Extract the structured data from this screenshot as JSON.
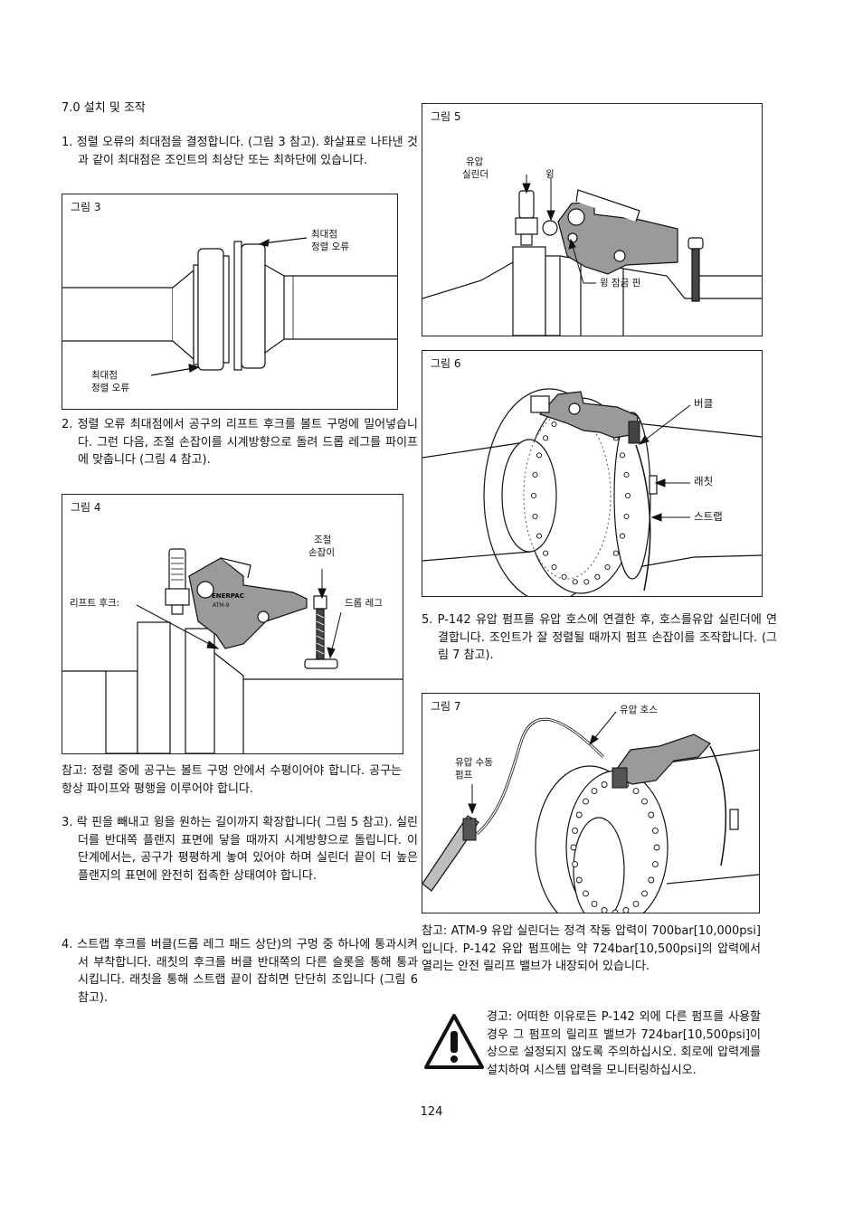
{
  "section_title": "7.0 설치 및 조작",
  "steps": {
    "s1": "1. 정렬 오류의 최대점을 결정합니다. (그림 3 참고). 화살표로 나타낸 것과 같이 최대점은 조인트의 최상단 또는 최하단에 있습니다.",
    "s2": "2. 정렬 오류 최대점에서 공구의 리프트 후크를 볼트 구멍에 밀어넣습니다. 그런 다음, 조절 손잡이를 시계방향으로 돌려 드롭 레그를 파이프에 맞춥니다 (그림 4 참고).",
    "note1": "참고: 정렬 중에 공구는 볼트 구멍 안에서 수평이어야 합니다. 공구는 항상 파이프와 평행을 이루어야 합니다.",
    "s3": "3. 락 핀을 빼내고 윙을 원하는 길이까지 확장합니다( 그림 5 참고). 실린더를 반대쪽 플랜지 표면에 닿을 때까지 시계방향으로 돌립니다. 이 단계에서는, 공구가 평평하게 놓여 있어야 하며 실린더 끝이 더 높은 플랜지의 표면에 완전히 접촉한 상태여야 합니다.",
    "s4": "4. 스트랩 후크를 버클(드롭 레그 패드 상단)의 구멍 중 하나에 통과시켜서 부착합니다. 래칫의 후크를 버클 반대쪽의 다른 슬롯을 통해 통과시킵니다. 래칫을 통해 스트랩 끝이 잡히면 단단히 조입니다 (그림 6 참고).",
    "s5": "5. P-142 유압 펌프를 유압 호스에 연결한 후, 호스를유압 실린더에 연결합니다. 조인트가 잘 정렬될 때까지 펌프 손잡이를 조작합니다. (그림 7 참고).",
    "note2": "참고: ATM-9 유압 실린더는 정격 작동 압력이 700bar[10,000psi]입니다. P-142 유압 펌프에는 약 724bar[10,500psi]의 압력에서 열리는 안전 릴리프 밸브가 내장되어 있습니다.",
    "warning": "경고: 어떠한 이유로든 P-142 외에 다른 펌프를 사용할 경우 그 펌프의 릴리프 밸브가 724bar[10,500psi]이상으로 설정되지 않도록 주의하십시오. 회로에 압력계를 설치하여 시스템 압력을 모니터링하십시오."
  },
  "figures": {
    "fig3": {
      "label": "그림 3",
      "callout_top": [
        "최대점",
        "정렬 오류"
      ],
      "callout_bottom": [
        "최대점",
        "정렬 오류"
      ]
    },
    "fig4": {
      "label": "그림 4",
      "adjust_knob": [
        "조절",
        "손잡이"
      ],
      "lift_hook": "리프트 후크:",
      "drop_leg": "드롭 레그",
      "tool_brand": "ENERPAC",
      "tool_model": "ATM-9"
    },
    "fig5": {
      "label": "그림 5",
      "cylinder": [
        "유압",
        "실린더"
      ],
      "wing": "윙",
      "wing_lock_pin": "윙 잠금 핀"
    },
    "fig6": {
      "label": "그림 6",
      "buckle": "버클",
      "ratchet": "래칫",
      "strap": "스트랩"
    },
    "fig7": {
      "label": "그림 7",
      "hose": "유압 호스",
      "pump": [
        "유압 수동",
        "펌프"
      ]
    }
  },
  "page_number": "124",
  "icons": {
    "warning": "warning-triangle-icon"
  }
}
